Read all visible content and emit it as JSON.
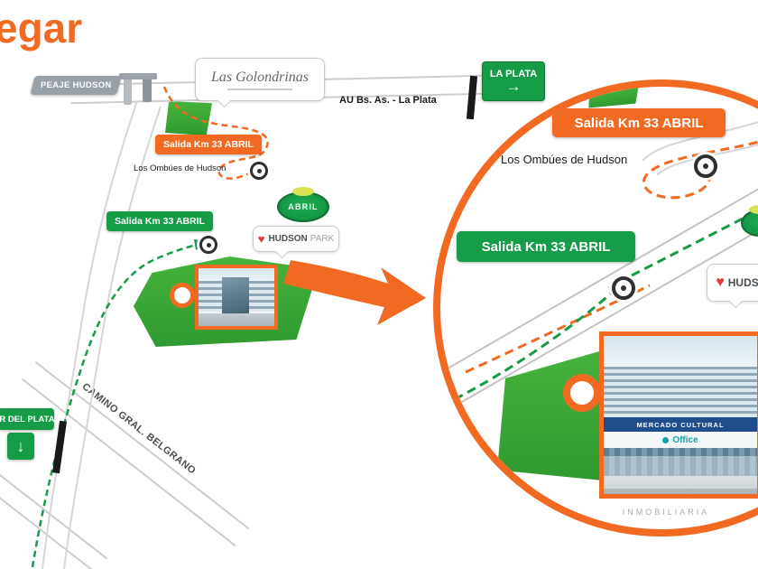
{
  "header": {
    "title_fragment": "egar"
  },
  "main_map": {
    "peaje_sign": "PEAJE HUDSON",
    "highway_label": "AU Bs. As. - La Plata",
    "la_plata_sign": "LA PLATA",
    "la_plata_arrow": "→",
    "exit_sign_orange": "Salida Km 33 ABRIL",
    "exit_sign_green": "Salida Km 33 ABRIL",
    "neighborhood_label": "Los Ombúes de Hudson",
    "road_label": "CAMINO GRAL. BELGRANO",
    "mar_del_plata_sign": "R DEL PLATA",
    "mar_del_plata_arrow": "↓",
    "golondrinas_logo": "Las Golondrinas",
    "abril_logo": "ABRIL",
    "hudson_park_logo": {
      "word1": "HUDSON",
      "word2": "PARK"
    }
  },
  "zoom_inset": {
    "exit_sign_orange": "Salida Km 33 ABRIL",
    "exit_sign_green": "Salida Km 33 ABRIL",
    "neighborhood_label": "Los Ombúes de Hudson",
    "hudson_park_logo": {
      "word1": "HUDSON"
    },
    "building_sign_top": "MERCADO CULTURAL",
    "building_sign_bottom": "Office"
  },
  "watermark": {
    "agency": "INMOBILIARIA"
  },
  "colors": {
    "accent_orange": "#F26A21",
    "sign_green": "#169B47",
    "parcel_green": "#3DA935",
    "sign_gray": "#98A0A8",
    "heart_red": "#E03A3E"
  }
}
